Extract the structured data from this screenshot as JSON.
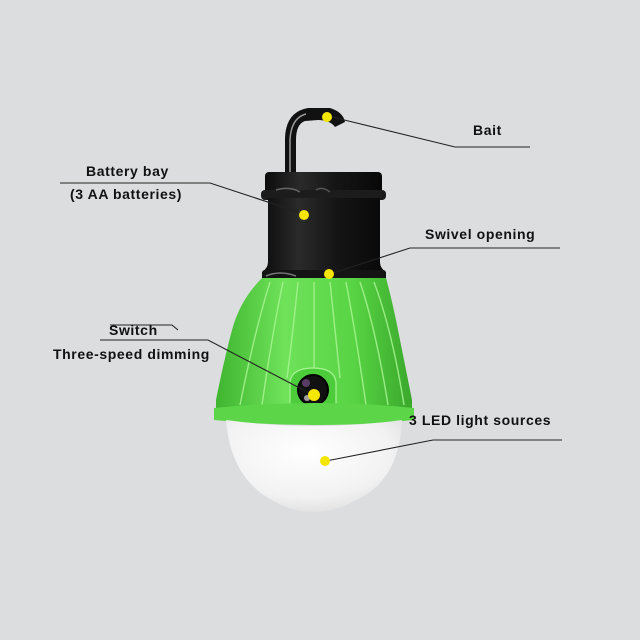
{
  "diagram": {
    "subject": "LED camping tent lantern bulb",
    "colors": {
      "background": "#dcdddf",
      "body_green": "#5fd84a",
      "body_green_dark": "#3cae2e",
      "cap_black": "#1a1a1a",
      "diffuser": "#f4f4f4",
      "marker_yellow": "#f5e600",
      "leader_line": "#222222"
    },
    "callouts": [
      {
        "id": "bait",
        "text": "Bait"
      },
      {
        "id": "battery",
        "text": "Battery bay",
        "subtext": "(3 AA batteries)"
      },
      {
        "id": "swivel",
        "text": "Swivel opening"
      },
      {
        "id": "switch",
        "text": "Switch",
        "subtext": "Three-speed dimming"
      },
      {
        "id": "led",
        "text": "3 LED light sources"
      }
    ]
  }
}
